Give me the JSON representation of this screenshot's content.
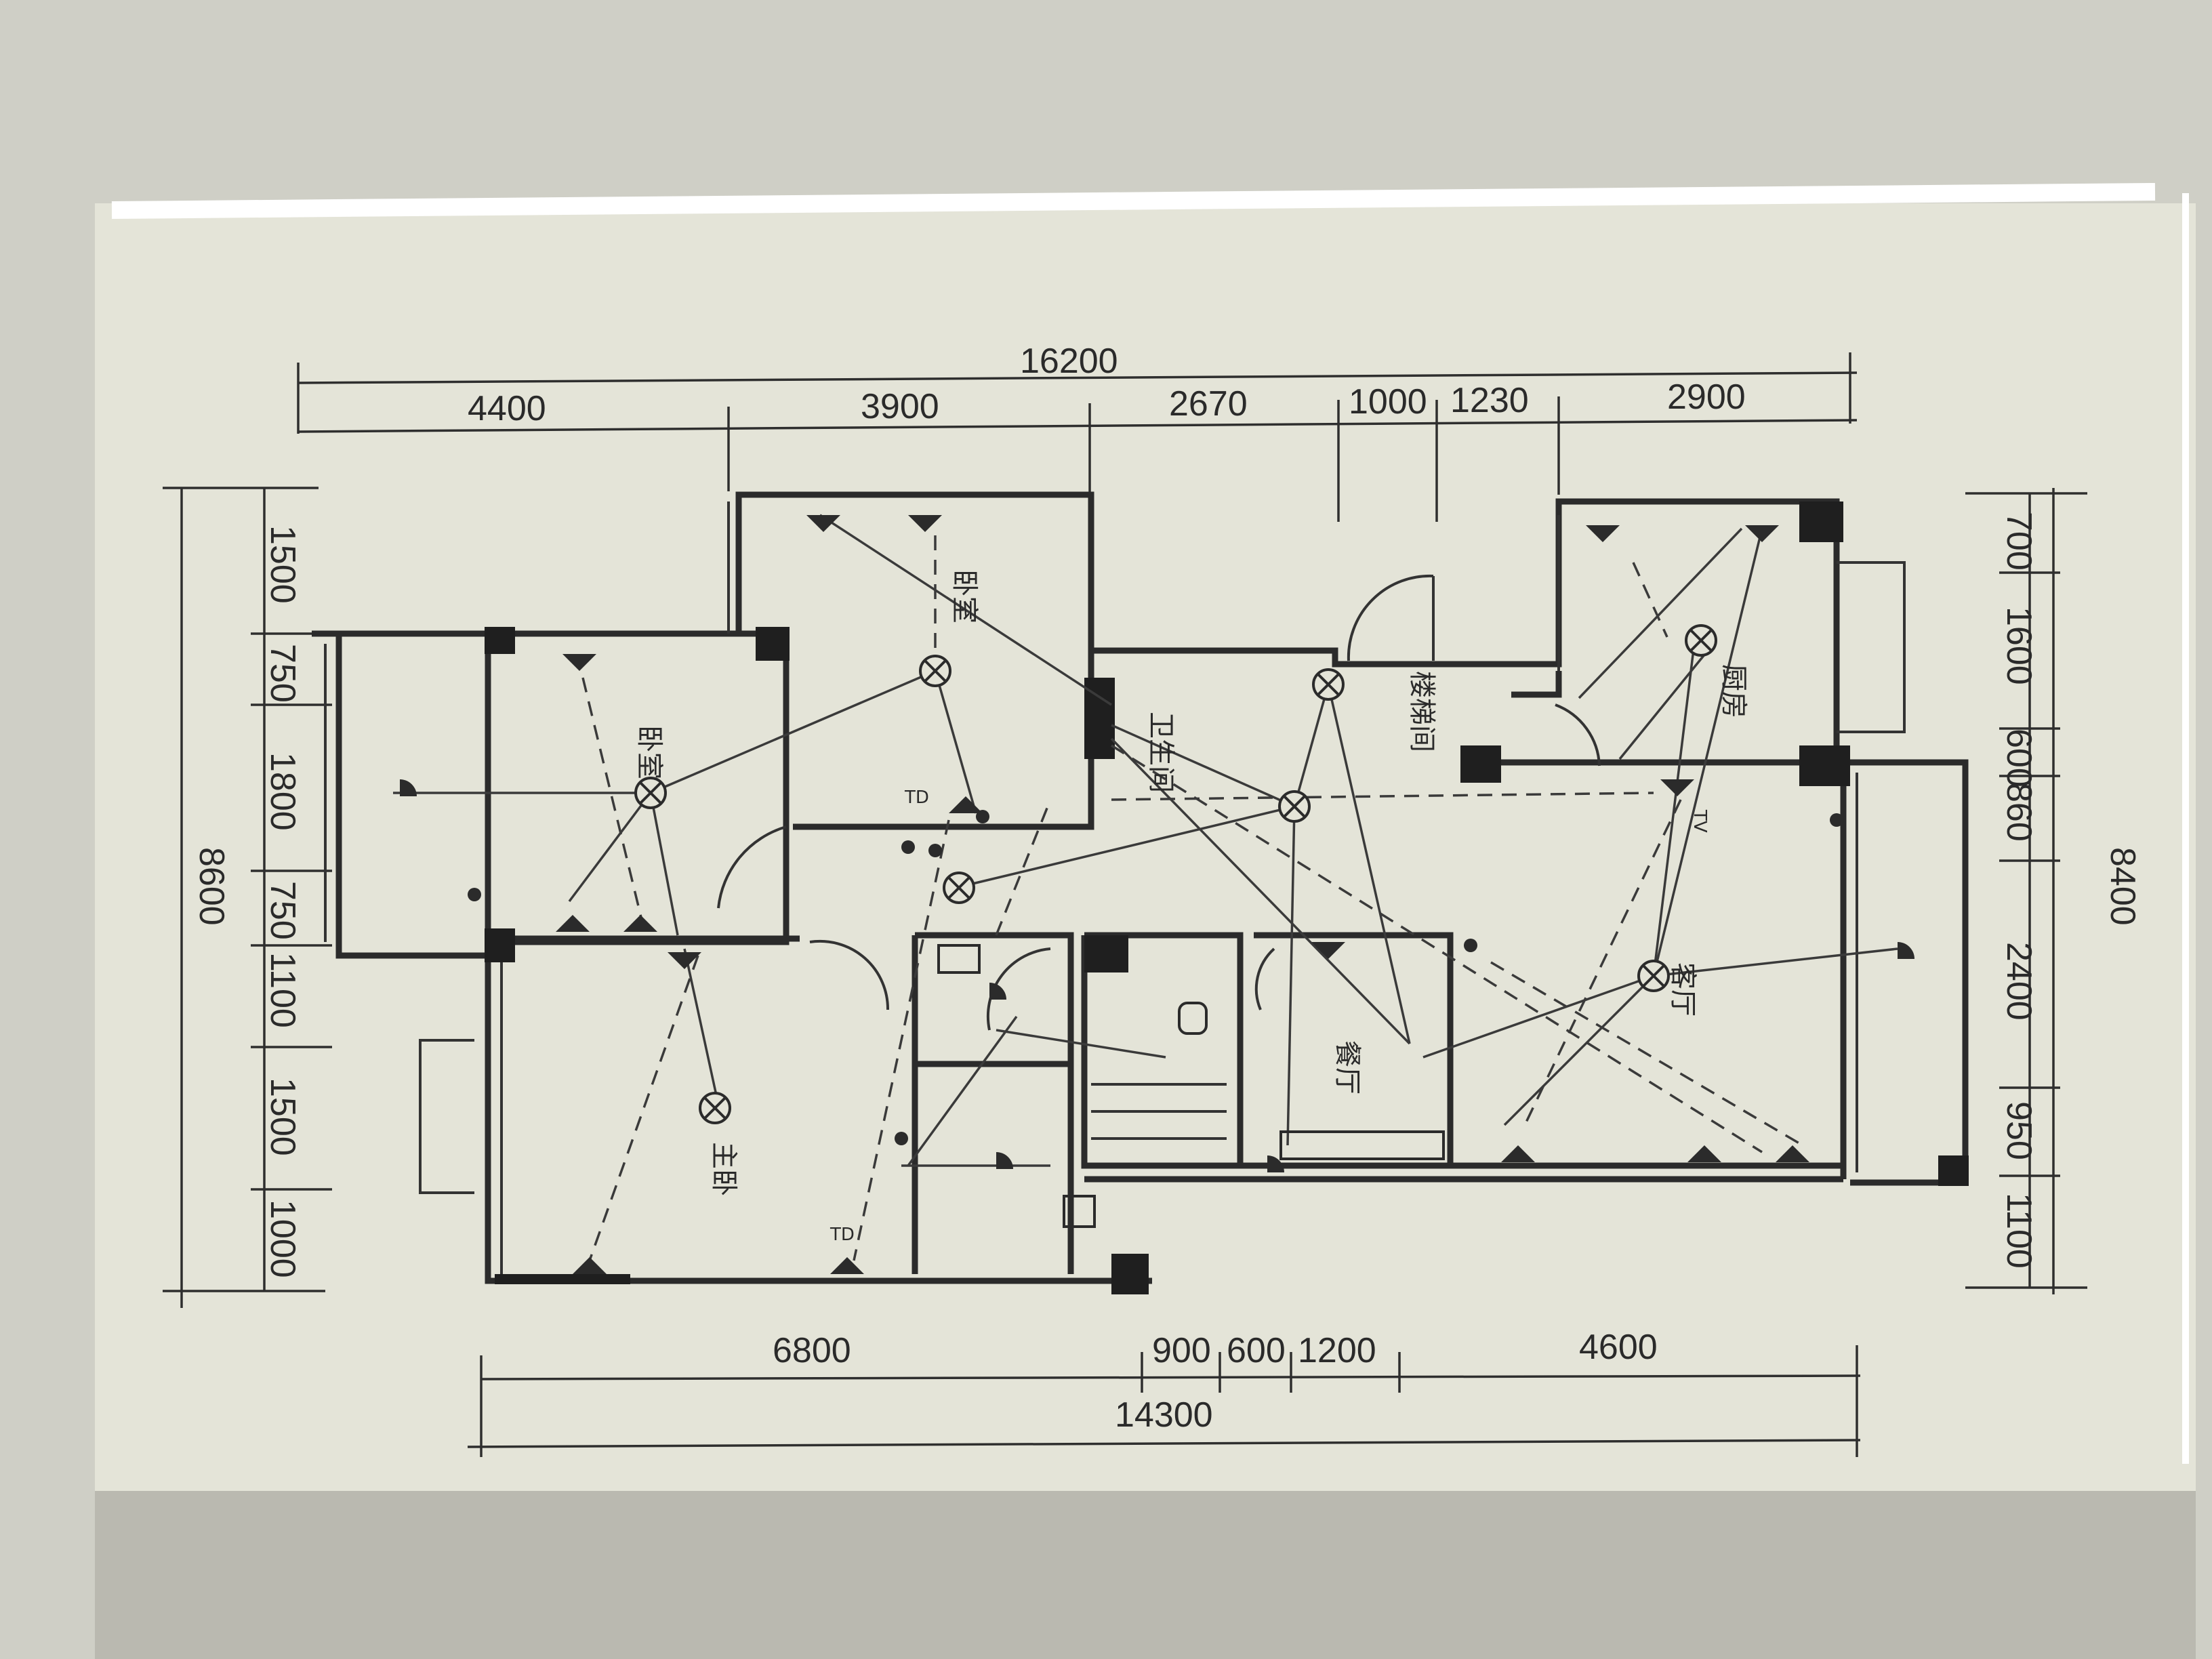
{
  "dimensions": {
    "top_total": "16200",
    "top_segments": [
      "4400",
      "3900",
      "2670",
      "1000",
      "1230",
      "2900"
    ],
    "bottom_total": "14300",
    "bottom_segments": [
      "6800",
      "900",
      "600",
      "1200",
      "4600"
    ],
    "left_total": "8600",
    "left_segments": [
      "1500",
      "750",
      "1800",
      "750",
      "1100",
      "1500",
      "1000"
    ],
    "right_total": "8400",
    "right_segments": [
      "700",
      "1600",
      "600",
      "860",
      "2400",
      "950",
      "1100"
    ]
  },
  "rooms": {
    "bedroom_upper_left": "卧室",
    "bedroom_upper_middle": "卧室",
    "master_bedroom": "主卧",
    "kitchen": "厨房",
    "dining": "餐厅",
    "living": "客厅",
    "bathroom": "卫生间",
    "stair": "楼梯间"
  },
  "labels": {
    "td_upper": "TD",
    "td_lower": "TD",
    "tv": "TV"
  },
  "colors": {
    "paper": "#e4e4d8",
    "ink": "#2b2b2b",
    "background": "#cfcfc6"
  }
}
